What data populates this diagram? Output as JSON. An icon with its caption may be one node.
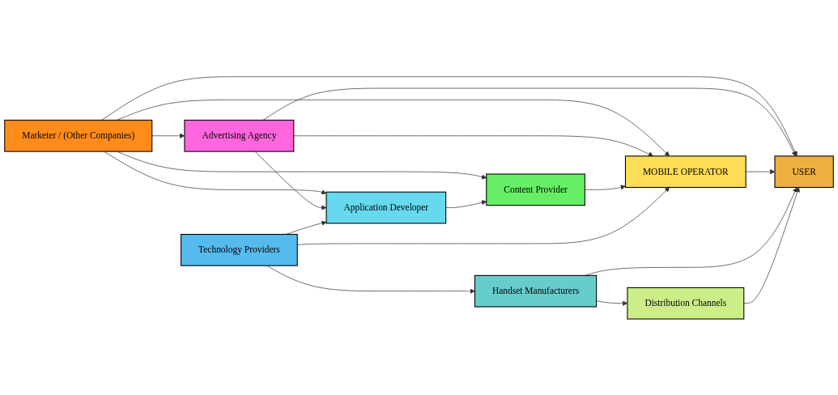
{
  "diagram": {
    "nodes": [
      {
        "text": [
          "Marketer / (Other Companies)"
        ]
      },
      {
        "text": [
          "Advertising Agency"
        ]
      },
      {
        "text": [
          "Application Developer"
        ]
      },
      {
        "text": [
          "Content Provider"
        ]
      },
      {
        "text": [
          "MOBILE OPERATOR"
        ]
      },
      {
        "text": [
          "USER"
        ]
      },
      {
        "text": [
          "Technology Providers"
        ]
      },
      {
        "text": [
          "Handset Manufacturers"
        ]
      },
      {
        "text": [
          "Distribution Channels"
        ]
      }
    ],
    "edges": [
      {
        "from": 0,
        "to": 2,
        "arrow": "to"
      },
      {
        "from": 0,
        "to": 3,
        "arrow": "to"
      },
      {
        "from": 0,
        "to": 4,
        "arrow": "to"
      },
      {
        "from": 0,
        "to": 5,
        "arrow": "to"
      },
      {
        "from": 0,
        "to": 1,
        "arrow": "to"
      },
      {
        "from": 1,
        "to": 2,
        "arrow": "to"
      },
      {
        "from": 1,
        "to": 4,
        "arrow": "to"
      },
      {
        "from": 1,
        "to": 5,
        "arrow": "to"
      },
      {
        "from": 2,
        "to": 3,
        "arrow": "to"
      },
      {
        "from": 3,
        "to": 4,
        "arrow": "to"
      },
      {
        "from": 4,
        "to": 5,
        "arrow": "to"
      },
      {
        "from": 6,
        "to": 2,
        "arrow": "to"
      },
      {
        "from": 6,
        "to": 4,
        "arrow": "to"
      },
      {
        "from": 6,
        "to": 7,
        "arrow": "to"
      },
      {
        "from": 7,
        "to": 8,
        "arrow": "to"
      },
      {
        "from": 7,
        "to": 5,
        "arrow": "to"
      },
      {
        "from": 8,
        "to": 5,
        "arrow": "to"
      }
    ]
  }
}
